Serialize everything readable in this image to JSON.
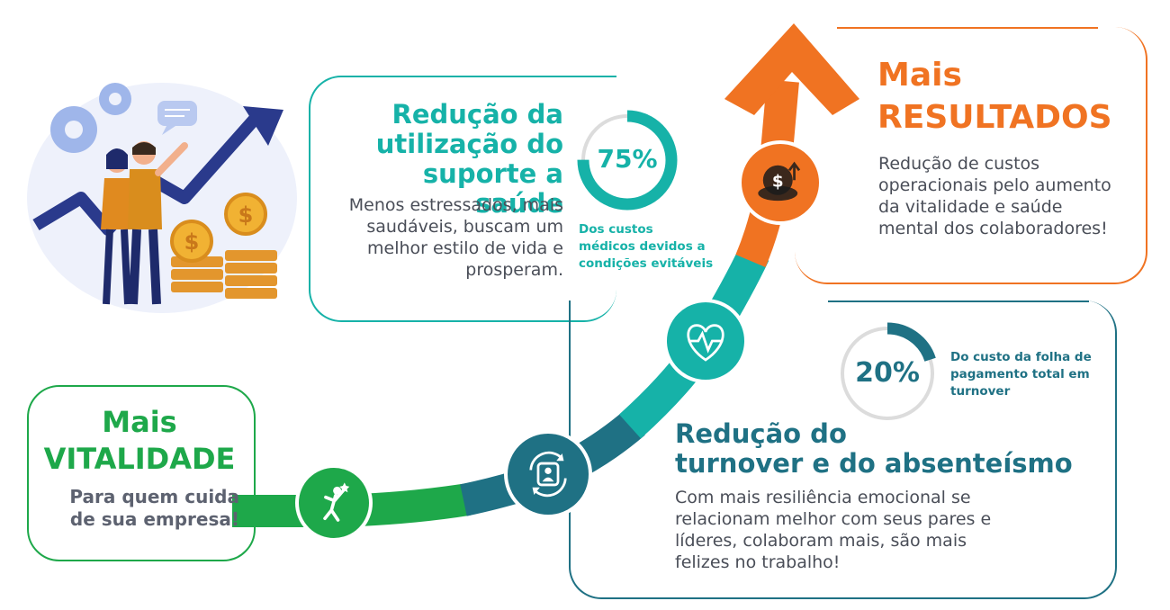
{
  "colors": {
    "teal": "#16b2a8",
    "orange": "#f07322",
    "dark_teal": "#1f7184",
    "green": "#1ea84a",
    "text_grey": "#4a4e58"
  },
  "suporte": {
    "title_lines": [
      "Redução da",
      "utilização do",
      "suporte a saúde"
    ],
    "body": "Menos estressados, mais saudáveis, buscam um melhor estilo de vida e prosperam.",
    "stat_value": "75%",
    "stat_fraction": 0.75,
    "stat_caption_lines": [
      "Dos custos",
      "médicos devidos a",
      "condições evitáveis"
    ]
  },
  "resultados": {
    "mais": "Mais",
    "title": "RESULTADOS",
    "body": "Redução de custos operacionais pelo aumento da vitalidade e saúde mental dos colaboradores!"
  },
  "turnover": {
    "stat_value": "20%",
    "stat_fraction": 0.2,
    "stat_caption_lines": [
      "Do custo da folha de",
      "pagamento total em",
      "turnover"
    ],
    "title_lines": [
      "Redução do",
      "turnover e do absenteísmo"
    ],
    "body": "Com mais resiliência emocional se relacionam melhor com seus pares e líderes, colaboram mais, são mais felizes no trabalho!"
  },
  "vitalidade": {
    "mais": "Mais",
    "title": "VITALIDADE",
    "body_lines": [
      "Para quem cuida",
      "de sua empresa!"
    ]
  },
  "icons": {
    "node_1": "jumping-person-icon",
    "node_2": "person-refresh-icon",
    "node_3": "heart-pulse-icon",
    "node_4": "coins-growth-icon",
    "illustration": "business-growth-illustration"
  }
}
